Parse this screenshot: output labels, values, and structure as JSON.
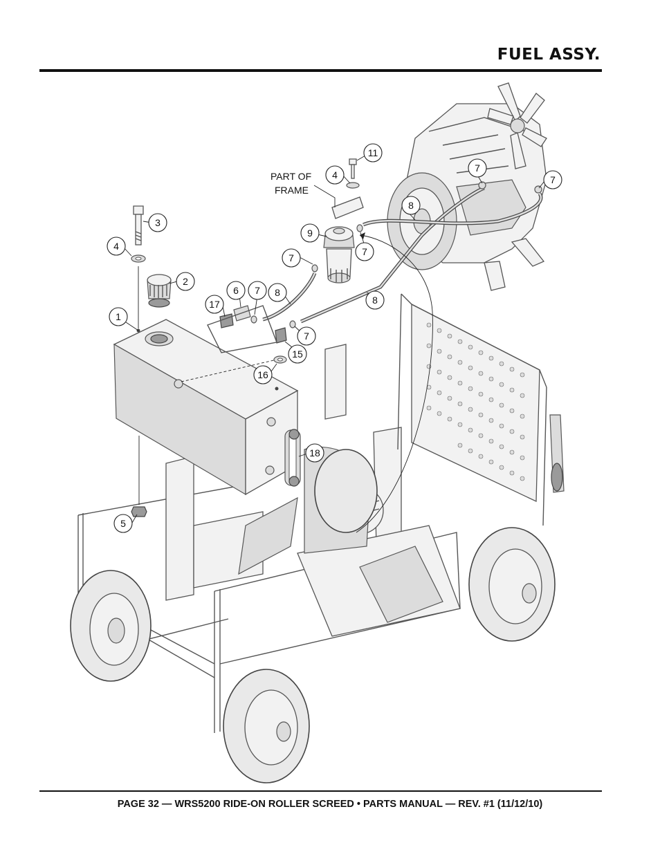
{
  "header": {
    "title": "FUEL ASSY."
  },
  "footer": {
    "text": "PAGE 32 — WRS5200 RIDE-ON ROLLER SCREED • PARTS MANUAL — REV. #1 (11/12/10)"
  },
  "diagram": {
    "note": {
      "line1": "PART OF",
      "line2": "FRAME"
    },
    "callouts": [
      "1",
      "2",
      "3",
      "4",
      "4",
      "5",
      "6",
      "7",
      "7",
      "7",
      "7",
      "7",
      "7",
      "8",
      "8",
      "8",
      "9",
      "11",
      "15",
      "16",
      "17",
      "18"
    ]
  }
}
